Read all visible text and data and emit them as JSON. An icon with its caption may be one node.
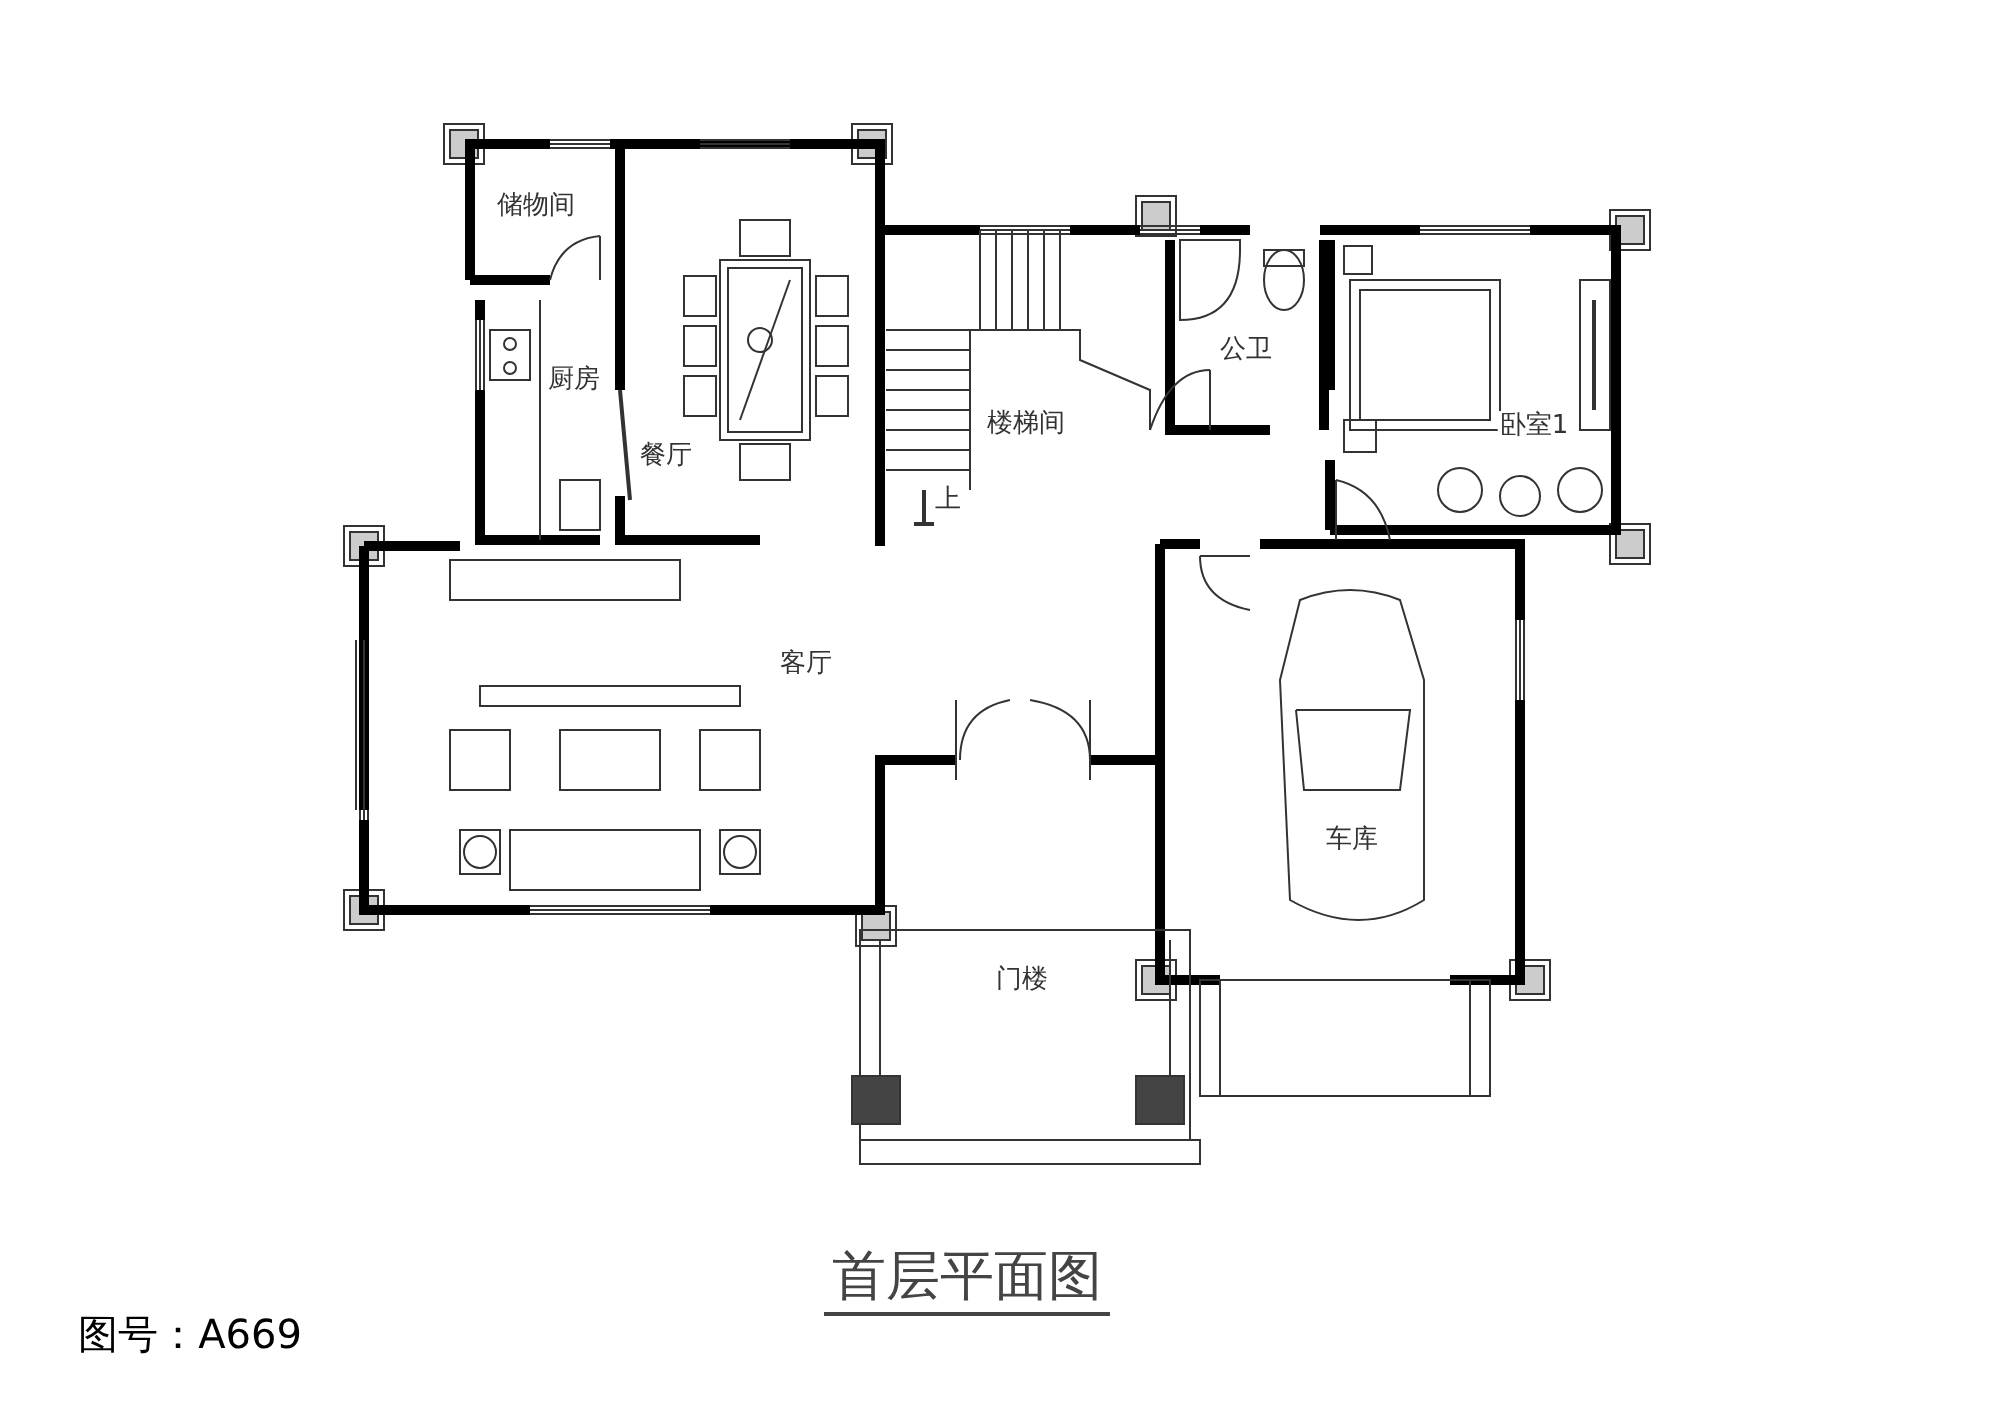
{
  "diagram": {
    "title": "首层平面图",
    "labels": [
      "储物间",
      "公卫",
      "厨房",
      "卧室1",
      "楼梯间",
      "餐厅",
      "上",
      "客厅",
      "车库",
      "门楼",
      "图号：A669"
    ]
  }
}
